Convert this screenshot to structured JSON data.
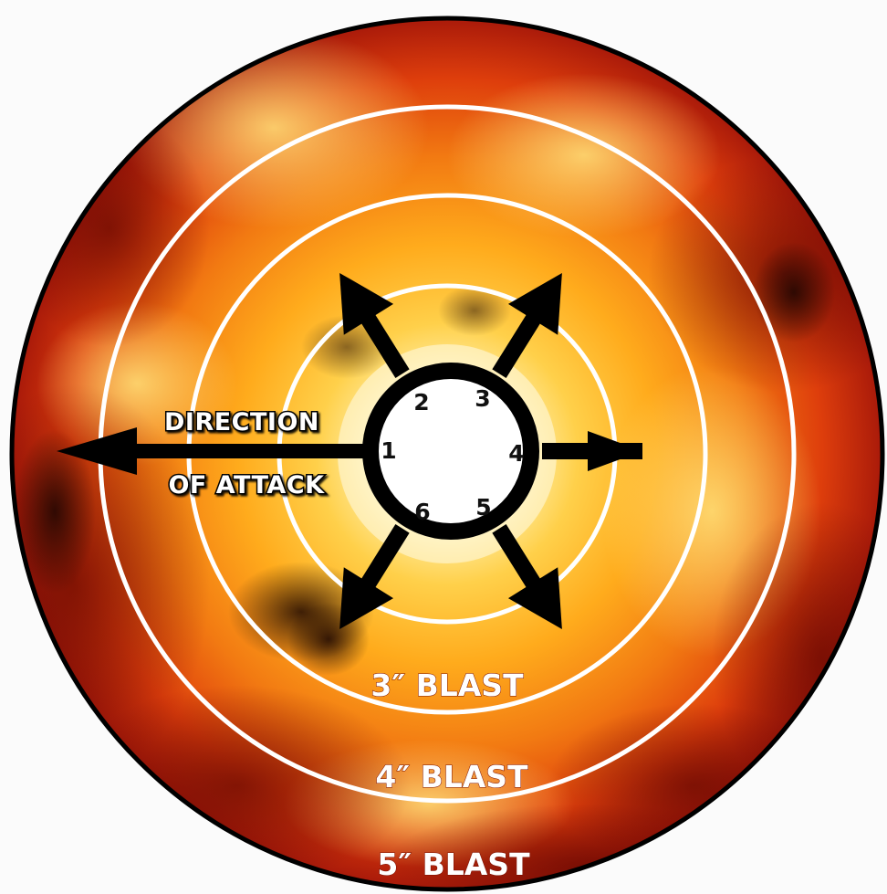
{
  "template": {
    "direction_label_line1": "DIRECTION",
    "direction_label_line2": "OF ATTACK",
    "blast_rings": [
      {
        "label": "3″ BLAST"
      },
      {
        "label": "4″ BLAST"
      },
      {
        "label": "5″ BLAST"
      }
    ],
    "scatter_numbers": [
      "1",
      "2",
      "3",
      "4",
      "5",
      "6"
    ]
  },
  "colors": {
    "fire_core": "#fff6c8",
    "fire_mid": "#ffb21a",
    "fire_outer": "#e8470c",
    "fire_edge": "#8a1204",
    "ring": "#ffffff",
    "outline": "#000000",
    "background": "#fbfbfb"
  },
  "icons": [
    "scatter-arrow-icon",
    "scatter-dial-icon"
  ]
}
